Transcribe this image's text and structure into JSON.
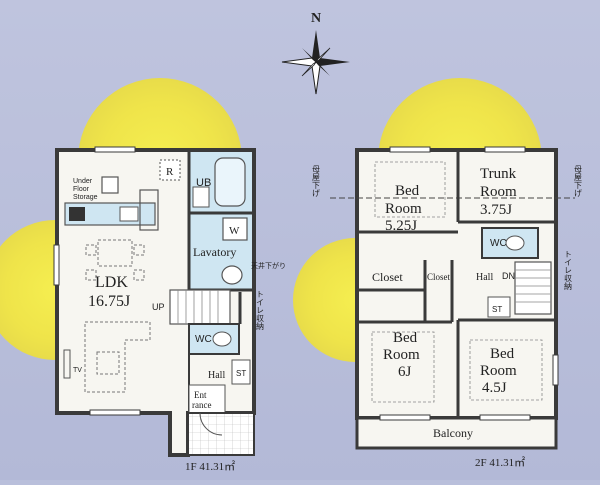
{
  "compass": {
    "north_label": "N"
  },
  "floor1": {
    "caption": "1F 41.31㎡",
    "rooms": {
      "ldk_name": "LDK",
      "ldk_size": "16.75J",
      "underfloor_line1": "Under",
      "underfloor_line2": "Floor",
      "underfloor_line3": "Storage",
      "refrigerator": "R",
      "unit_bath": "UB",
      "washer": "W",
      "lavatory": "Lavatory",
      "toilet": "WC",
      "hall": "Hall",
      "storage_abbr": "ST",
      "entrance_line1": "Ent",
      "entrance_line2": "rance",
      "stairs_up": "UP",
      "tv": "TV",
      "ceiling_storage_note": "天井下がり",
      "toilet_storage_note": "トイレ収納"
    }
  },
  "floor2": {
    "caption": "2F 41.31㎡",
    "rooms": {
      "bed1_l1": "Bed",
      "bed1_l2": "Room",
      "bed1_l3": "5.25J",
      "trunk_l1": "Trunk",
      "trunk_l2": "Room",
      "trunk_l3": "3.75J",
      "closet_large": "Closet",
      "closet_small": "Closet",
      "hall": "Hall",
      "stairs_down": "DN",
      "toilet": "WC",
      "storage_abbr": "ST",
      "bed2_l1": "Bed",
      "bed2_l2": "Room",
      "bed2_l3": "6J",
      "bed3_l1": "Bed",
      "bed3_l2": "Room",
      "bed3_l3": "4.5J",
      "balcony": "Balcony",
      "roof_slope_left": "母屋下げ",
      "roof_slope_right": "母屋下げ",
      "toilet_storage_note": "トイレ収納"
    }
  },
  "colors": {
    "background": "#b9bfdb",
    "sun_glow": "#f2ea4e",
    "wall": "#3a3a3a",
    "room_fill": "#f7f6f1",
    "wet_area": "#cfe6f2"
  }
}
